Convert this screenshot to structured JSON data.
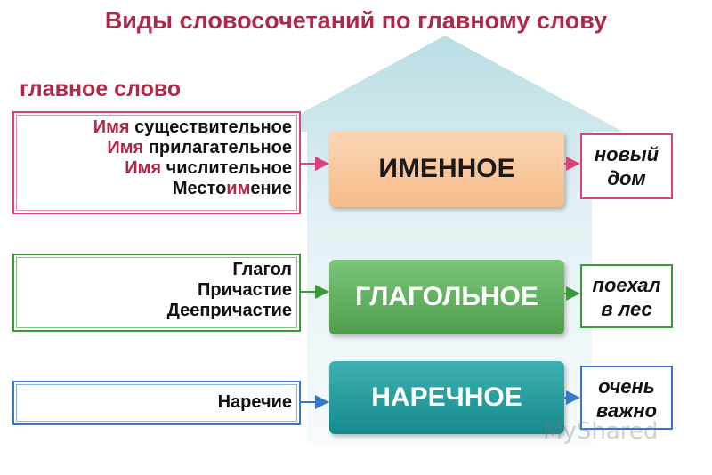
{
  "title": "Виды словосочетаний по главному слову",
  "main_word_label": "главное слово",
  "groups": [
    {
      "color": "#d9437a",
      "lines": [
        {
          "pre": "",
          "hl": "Имя",
          "post": " существительное"
        },
        {
          "pre": "",
          "hl": "Имя",
          "post": " прилагательное"
        },
        {
          "pre": "",
          "hl": "Имя",
          "post": " числительное"
        },
        {
          "pre": "Место",
          "hl": "им",
          "post": "ение"
        }
      ],
      "type_label": "ИМЕННОЕ",
      "example": [
        "новый",
        "дом"
      ]
    },
    {
      "color": "#3a9a3a",
      "lines": [
        {
          "pre": "Глагол",
          "hl": "",
          "post": ""
        },
        {
          "pre": "Причастие",
          "hl": "",
          "post": ""
        },
        {
          "pre": "Деепричастие",
          "hl": "",
          "post": ""
        }
      ],
      "type_label": "ГЛАГОЛЬНОЕ",
      "example": [
        "поехал",
        "в лес"
      ]
    },
    {
      "color": "#3878c8",
      "lines": [
        {
          "pre": "Наречие",
          "hl": "",
          "post": ""
        }
      ],
      "type_label": "НАРЕЧНОЕ",
      "example": [
        "очень",
        "важно"
      ]
    }
  ],
  "watermark": "MyShared"
}
